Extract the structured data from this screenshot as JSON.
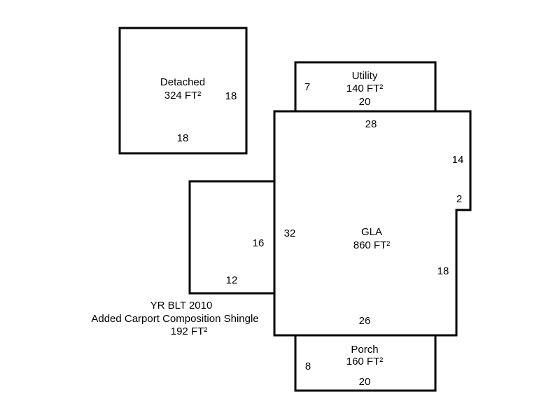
{
  "sketch": {
    "colors": {
      "background": "#ffffff",
      "line": "#000000",
      "text": "#000000"
    },
    "detached": {
      "label": "Detached",
      "area": "324 FT²",
      "dim_right": "18",
      "dim_bottom": "18"
    },
    "utility": {
      "label": "Utility",
      "area": "140 FT²",
      "dim_left": "7",
      "dim_bottom": "20"
    },
    "gla": {
      "label": "GLA",
      "area": "860 FT²",
      "dim_top": "28",
      "dim_right_upper": "14",
      "dim_notch": "2",
      "dim_right_lower": "18",
      "dim_bottom": "26",
      "dim_left": "32"
    },
    "carport": {
      "dim_right": "16",
      "dim_bottom": "12"
    },
    "porch": {
      "label": "Porch",
      "area": "160 FT²",
      "dim_left": "8",
      "dim_bottom": "20"
    },
    "note": {
      "line1": "YR BLT 2010",
      "line2": "Added Carport Composition Shingle",
      "line3": "192 FT²"
    }
  }
}
